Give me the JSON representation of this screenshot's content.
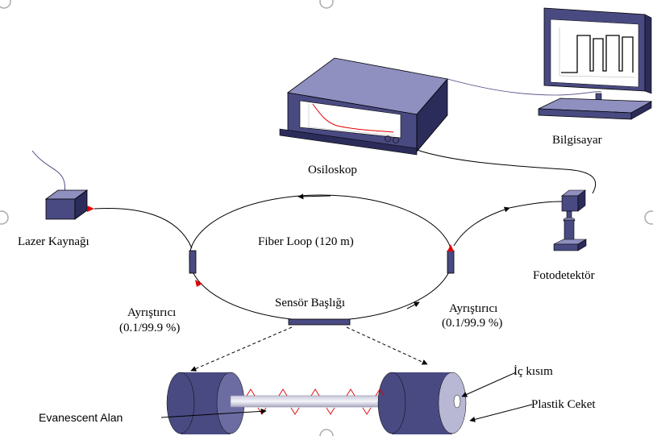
{
  "labels": {
    "laser": "Lazer Kaynağı",
    "oscilloscope": "Osiloskop",
    "computer": "Bilgisayar",
    "photodetector": "Fotodetektör",
    "fiber_loop": "Fiber Loop (120 m)",
    "sensor_head": "Sensör Başlığı",
    "splitter_left": "Ayrıştırıcı",
    "splitter_left_ratio": "(0.1/99.9 %)",
    "splitter_right": "Ayrıştırıcı",
    "splitter_right_ratio": "(0.1/99.9 %)",
    "evanescent": "Evanescent Alan",
    "core": "İç kısım",
    "jacket": "Plastik Ceket"
  },
  "colors": {
    "device_fill": "#4a4a82",
    "device_dark": "#2c2c5a",
    "device_light": "#8f8fc0",
    "arrow_red": "#e00000",
    "line": "#000000"
  },
  "icons": {
    "slide_handles": "circle-handle"
  }
}
